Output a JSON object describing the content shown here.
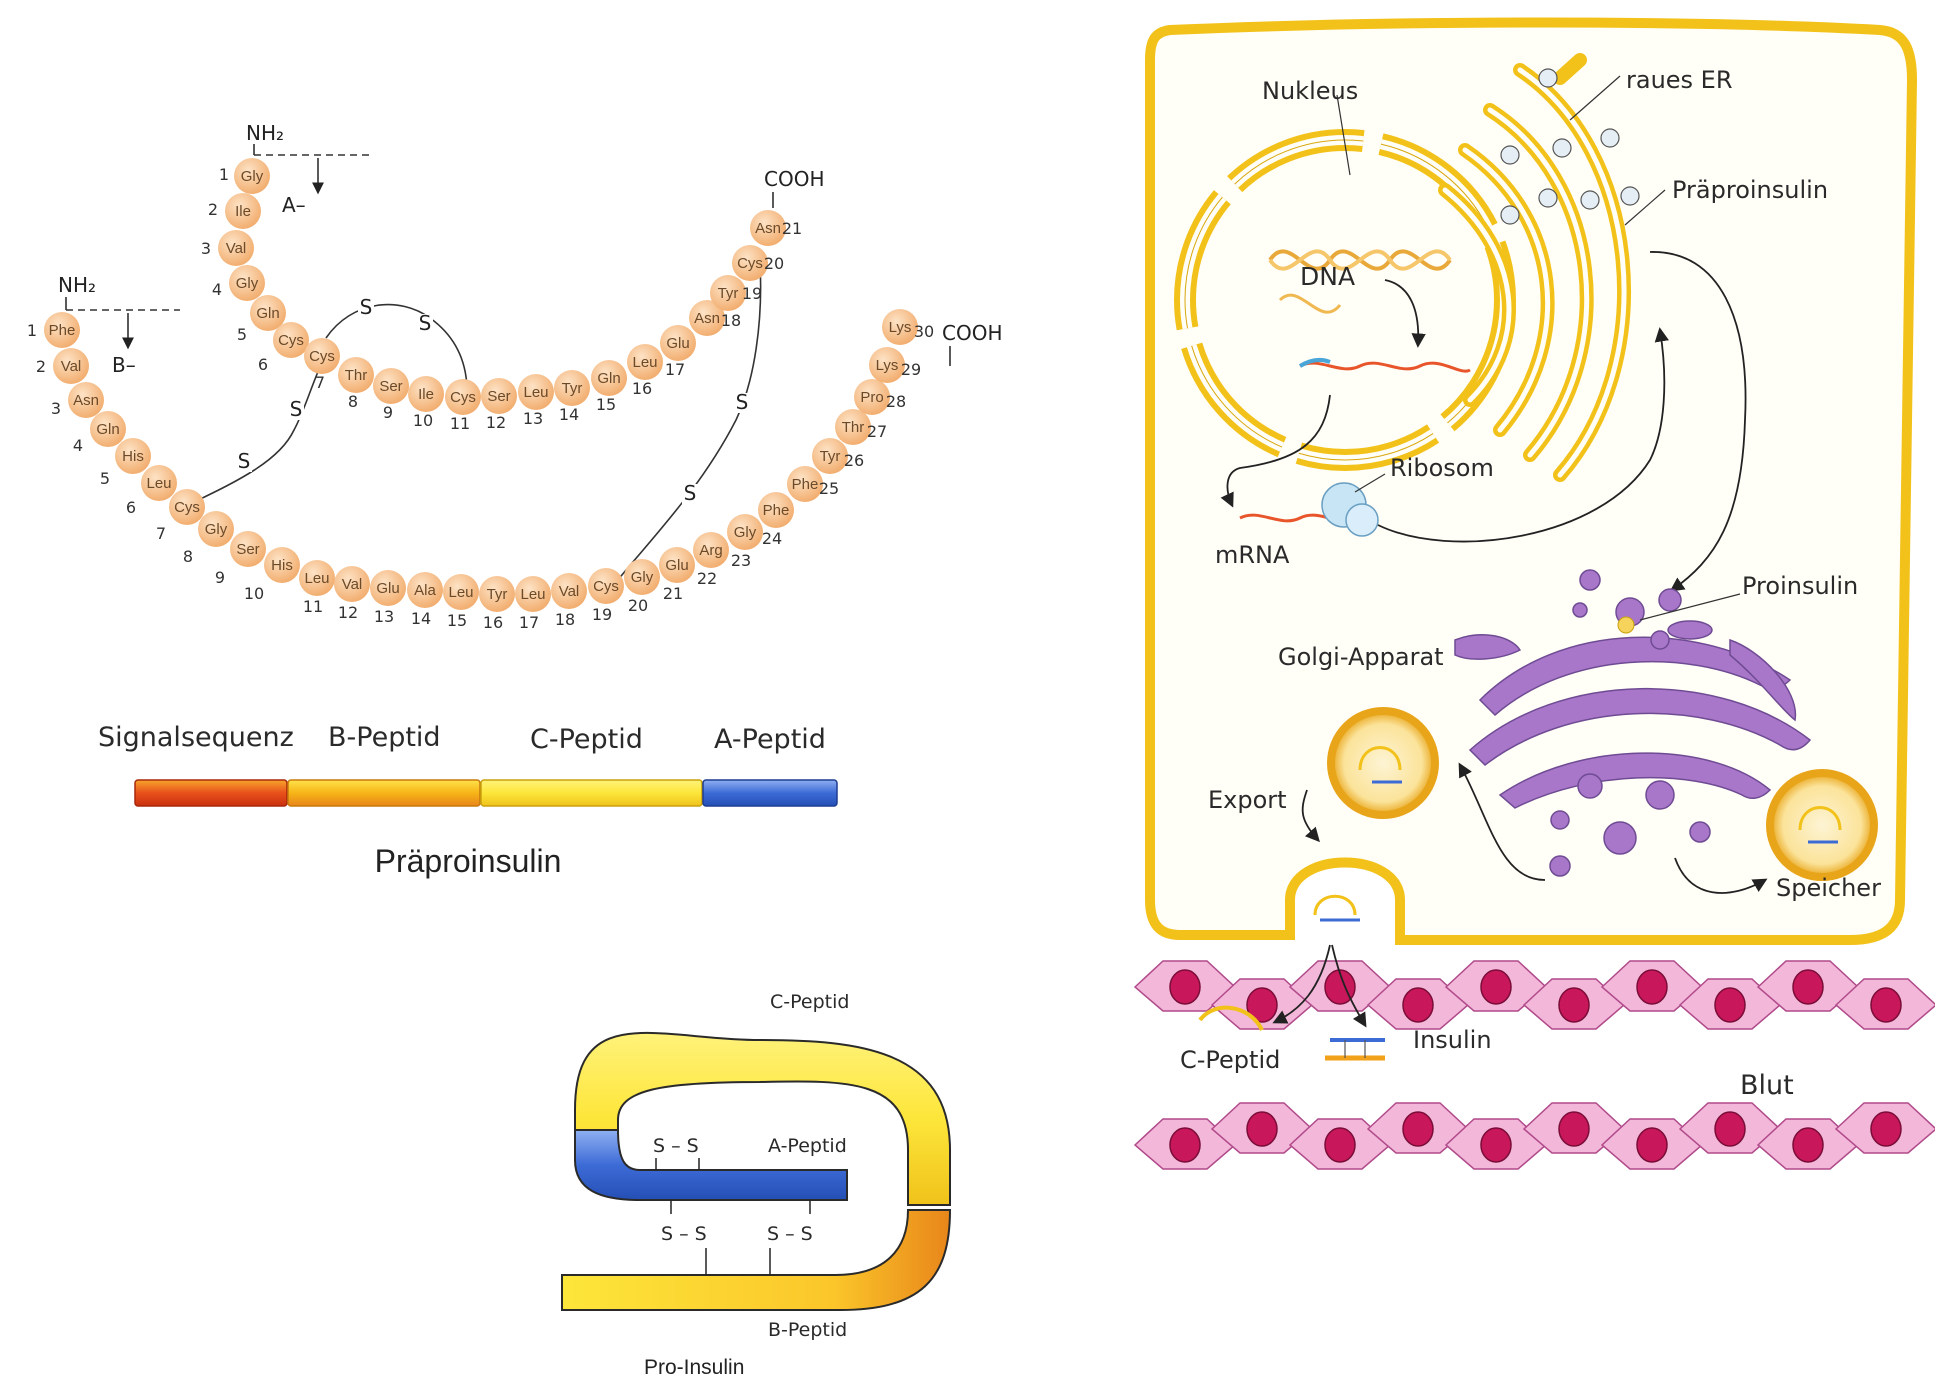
{
  "a_chain": {
    "terminus_n": "NH₂",
    "terminus_c": "COOH",
    "label": "A–",
    "residues": [
      "Gly",
      "Ile",
      "Val",
      "Gly",
      "Gln",
      "Cys",
      "Cys",
      "Thr",
      "Ser",
      "Ile",
      "Cys",
      "Ser",
      "Leu",
      "Tyr",
      "Gln",
      "Leu",
      "Glu",
      "Asn",
      "Tyr",
      "Cys",
      "Asn"
    ],
    "numbers": [
      "1",
      "2",
      "3",
      "4",
      "5",
      "6",
      "7",
      "8",
      "9",
      "10",
      "11",
      "12",
      "13",
      "14",
      "15",
      "16",
      "17",
      "18",
      "19",
      "20",
      "21"
    ]
  },
  "b_chain": {
    "terminus_n": "NH₂",
    "terminus_c": "COOH",
    "label": "B–",
    "residues": [
      "Phe",
      "Val",
      "Asn",
      "Gln",
      "His",
      "Leu",
      "Cys",
      "Gly",
      "Ser",
      "His",
      "Leu",
      "Val",
      "Glu",
      "Ala",
      "Leu",
      "Tyr",
      "Leu",
      "Val",
      "Cys",
      "Gly",
      "Glu",
      "Arg",
      "Gly",
      "Phe",
      "Phe",
      "Tyr",
      "Thr",
      "Pro",
      "Lys",
      "Lys"
    ],
    "numbers": [
      "1",
      "2",
      "3",
      "4",
      "5",
      "6",
      "7",
      "8",
      "9",
      "10",
      "11",
      "12",
      "13",
      "14",
      "15",
      "16",
      "17",
      "18",
      "19",
      "20",
      "21",
      "22",
      "23",
      "24",
      "25",
      "26",
      "27",
      "28",
      "29",
      "30"
    ]
  },
  "disulfide_letter": "S",
  "preproinsulin_bar": {
    "segments": [
      {
        "label": "Signalsequenz",
        "color": "#e8501c"
      },
      {
        "label": "B-Peptid",
        "color": "#f7b417"
      },
      {
        "label": "C-Peptid",
        "color": "#fde63a"
      },
      {
        "label": "A-Peptid",
        "color": "#3d6bd6"
      }
    ],
    "caption": "Präproinsulin"
  },
  "proinsulin": {
    "c_peptide": "C-Peptid",
    "a_peptide": "A-Peptid",
    "b_peptide": "B-Peptid",
    "bond": "S – S",
    "caption": "Pro-Insulin"
  },
  "cell": {
    "labels": {
      "nukleus": "Nukleus",
      "er": "raues ER",
      "praeproinsulin": "Präproinsulin",
      "dna": "DNA",
      "ribosom": "Ribosom",
      "mrna": "mRNA",
      "proinsulin": "Proinsulin",
      "golgi": "Golgi-Apparat",
      "export": "Export",
      "speicher": "Speicher",
      "insulin": "Insulin",
      "cpeptid": "C-Peptid",
      "blut": "Blut"
    },
    "colors": {
      "membrane": "#f2c21a",
      "golgi": "#a877c9",
      "blood_cell": "#f3b7d9",
      "nucleus_blood": "#c8175a"
    }
  }
}
